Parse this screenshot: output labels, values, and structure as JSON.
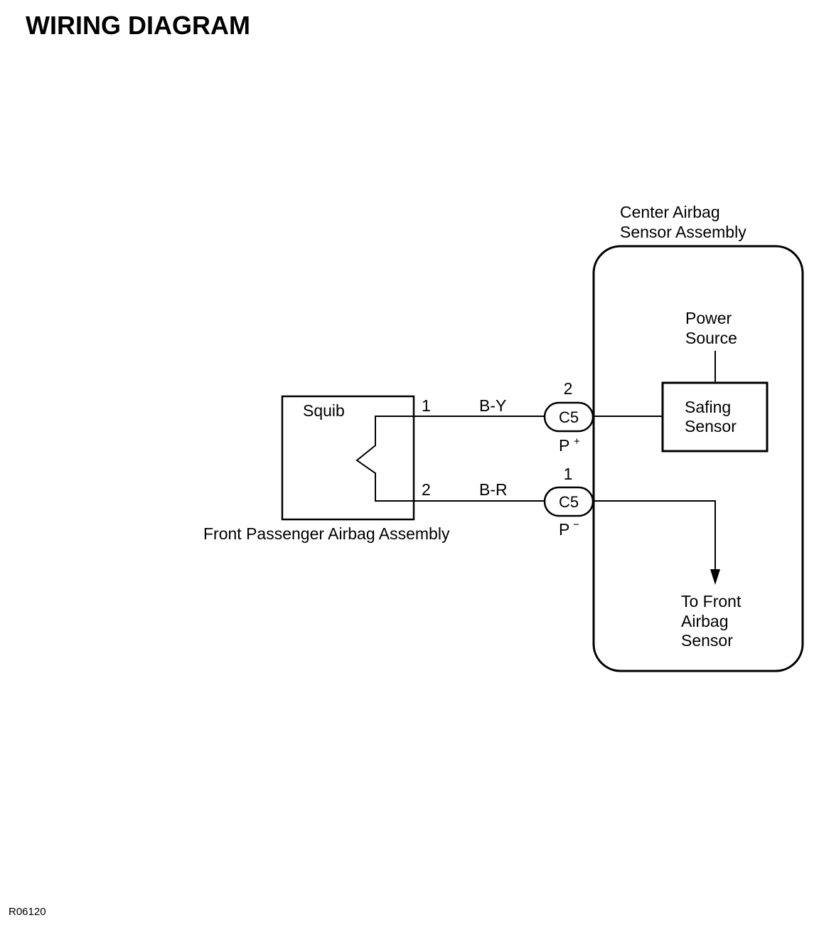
{
  "title": "WIRING DIAGRAM",
  "figure_code": "R06120",
  "center_sensor": {
    "label_line1": "Center Airbag",
    "label_line2": "Sensor Assembly",
    "power_line1": "Power",
    "power_line2": "Source",
    "safing_line1": "Safing",
    "safing_line2": "Sensor",
    "front_sensor_line1": "To Front",
    "front_sensor_line2": "Airbag",
    "front_sensor_line3": "Sensor"
  },
  "passenger_assembly": {
    "label": "Front Passenger Airbag Assembly",
    "squib_label": "Squib"
  },
  "wires": [
    {
      "pin_left": "1",
      "color_code": "B-Y",
      "connector": "C5",
      "pin_right": "2",
      "terminal_base": "P",
      "terminal_sign": "+"
    },
    {
      "pin_left": "2",
      "color_code": "B-R",
      "connector": "C5",
      "pin_right": "1",
      "terminal_base": "P",
      "terminal_sign": "−"
    }
  ]
}
